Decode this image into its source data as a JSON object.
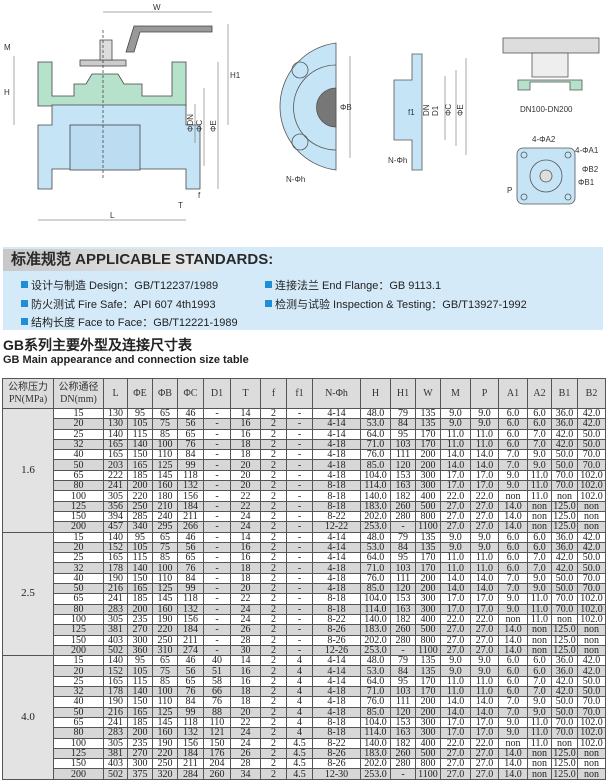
{
  "drawing": {
    "labels": {
      "W": "W",
      "M": "M",
      "H": "H",
      "H1": "H1",
      "L": "L",
      "f": "f",
      "T": "T",
      "DN": "ΦDN",
      "C": "ΦC",
      "E": "ΦE",
      "B": "ΦB",
      "Nh": "N-Φh",
      "D1": "D1",
      "f1": "f1",
      "DNs": "DN",
      "A2": "4-ΦA2",
      "A1": "4-ΦA1",
      "B2": "ΦB2",
      "B1": "ΦB1",
      "P": "P"
    },
    "caption": "DN100-DN200"
  },
  "standards": {
    "title": "标准规范 APPLICABLE STANDARDS:",
    "items": [
      "设计与制造 Design：GB/T12237/1989",
      "防火测试 Fire Safe：API 607 4th1993",
      "结构长度 Face to Face：GB/T12221-1989",
      "连接法兰 End Flange：GB 9113.1",
      "检测与试验 Inspection & Testing：GB/T13927-1992"
    ]
  },
  "table": {
    "title": "GB系列主要外型及连接尺寸表",
    "subtitle": "GB Main appearance and connection size table",
    "headers": [
      "公称压力 PN(MPa)",
      "公称通径 DN(mm)",
      "L",
      "ΦE",
      "ΦB",
      "ΦC",
      "D1",
      "T",
      "f",
      "f1",
      "N-Φh",
      "H",
      "H1",
      "W",
      "M",
      "P",
      "A1",
      "A2",
      "B1",
      "B2"
    ],
    "groups": [
      {
        "pn": "1.6",
        "rows": [
          [
            "15",
            "130",
            "95",
            "65",
            "46",
            "-",
            "14",
            "2",
            "-",
            "4-14",
            "48.0",
            "79",
            "135",
            "9.0",
            "9.0",
            "6.0",
            "6.0",
            "36.0",
            "42.0"
          ],
          [
            "20",
            "130",
            "105",
            "75",
            "56",
            "-",
            "16",
            "2",
            "-",
            "4-14",
            "53.0",
            "84",
            "135",
            "9.0",
            "9.0",
            "6.0",
            "6.0",
            "36.0",
            "42.0"
          ],
          [
            "25",
            "140",
            "115",
            "85",
            "65",
            "-",
            "16",
            "2",
            "-",
            "4-14",
            "64.0",
            "95",
            "170",
            "11.0",
            "11.0",
            "6.0",
            "7.0",
            "42.0",
            "50.0"
          ],
          [
            "32",
            "165",
            "140",
            "100",
            "76",
            "-",
            "18",
            "2",
            "-",
            "4-18",
            "71.0",
            "103",
            "170",
            "11.0",
            "11.0",
            "6.0",
            "7.0",
            "42.0",
            "50.0"
          ],
          [
            "40",
            "165",
            "150",
            "110",
            "84",
            "-",
            "18",
            "2",
            "-",
            "4-18",
            "76.0",
            "111",
            "200",
            "14.0",
            "14.0",
            "7.0",
            "9.0",
            "50.0",
            "70.0"
          ],
          [
            "50",
            "203",
            "165",
            "125",
            "99",
            "-",
            "20",
            "2",
            "-",
            "4-18",
            "85.0",
            "120",
            "200",
            "14.0",
            "14.0",
            "7.0",
            "9.0",
            "50.0",
            "70.0"
          ],
          [
            "65",
            "222",
            "185",
            "145",
            "118",
            "-",
            "20",
            "2",
            "-",
            "4-18",
            "104.0",
            "153",
            "300",
            "17.0",
            "17.0",
            "9.0",
            "11.0",
            "70.0",
            "102.0"
          ],
          [
            "80",
            "241",
            "200",
            "160",
            "132",
            "-",
            "20",
            "2",
            "-",
            "8-18",
            "114.0",
            "163",
            "300",
            "17.0",
            "17.0",
            "9.0",
            "11.0",
            "70.0",
            "102.0"
          ],
          [
            "100",
            "305",
            "220",
            "180",
            "156",
            "-",
            "22",
            "2",
            "-",
            "8-18",
            "140.0",
            "182",
            "400",
            "22.0",
            "22.0",
            "non",
            "11.0",
            "non",
            "102.0"
          ],
          [
            "125",
            "356",
            "250",
            "210",
            "184",
            "-",
            "22",
            "2",
            "-",
            "8-18",
            "183.0",
            "260",
            "500",
            "27.0",
            "27.0",
            "14.0",
            "non",
            "125.0",
            "non"
          ],
          [
            "150",
            "394",
            "285",
            "240",
            "211",
            "-",
            "24",
            "2",
            "-",
            "8-22",
            "202.0",
            "280",
            "800",
            "27.0",
            "27.0",
            "14.0",
            "non",
            "125.0",
            "non"
          ],
          [
            "200",
            "457",
            "340",
            "295",
            "266",
            "-",
            "24",
            "2",
            "-",
            "12-22",
            "253.0",
            "-",
            "1100",
            "27.0",
            "27.0",
            "14.0",
            "non",
            "125.0",
            "non"
          ]
        ]
      },
      {
        "pn": "2.5",
        "rows": [
          [
            "15",
            "140",
            "95",
            "65",
            "46",
            "-",
            "14",
            "2",
            "-",
            "4-14",
            "48.0",
            "79",
            "135",
            "9.0",
            "9.0",
            "6.0",
            "6.0",
            "36.0",
            "42.0"
          ],
          [
            "20",
            "152",
            "105",
            "75",
            "56",
            "-",
            "16",
            "2",
            "-",
            "4-14",
            "53.0",
            "84",
            "135",
            "9.0",
            "9.0",
            "6.0",
            "6.0",
            "36.0",
            "42.0"
          ],
          [
            "25",
            "165",
            "115",
            "85",
            "65",
            "-",
            "16",
            "2",
            "-",
            "4-14",
            "64.0",
            "95",
            "170",
            "11.0",
            "11.0",
            "6.0",
            "7.0",
            "42.0",
            "50.0"
          ],
          [
            "32",
            "178",
            "140",
            "100",
            "76",
            "-",
            "18",
            "2",
            "-",
            "4-18",
            "71.0",
            "103",
            "170",
            "11.0",
            "11.0",
            "6.0",
            "7.0",
            "42.0",
            "50.0"
          ],
          [
            "40",
            "190",
            "150",
            "110",
            "84",
            "-",
            "18",
            "2",
            "-",
            "4-18",
            "76.0",
            "111",
            "200",
            "14.0",
            "14.0",
            "7.0",
            "9.0",
            "50.0",
            "70.0"
          ],
          [
            "50",
            "216",
            "165",
            "125",
            "99",
            "-",
            "20",
            "2",
            "-",
            "4-18",
            "85.0",
            "120",
            "200",
            "14.0",
            "14.0",
            "7.0",
            "9.0",
            "50.0",
            "70.0"
          ],
          [
            "65",
            "241",
            "185",
            "145",
            "118",
            "-",
            "22",
            "2",
            "-",
            "8-18",
            "104.0",
            "153",
            "300",
            "17.0",
            "17.0",
            "9.0",
            "11.0",
            "70.0",
            "102.0"
          ],
          [
            "80",
            "283",
            "200",
            "160",
            "132",
            "-",
            "24",
            "2",
            "-",
            "8-18",
            "114.0",
            "163",
            "300",
            "17.0",
            "17.0",
            "9.0",
            "11.0",
            "70.0",
            "102.0"
          ],
          [
            "100",
            "305",
            "235",
            "190",
            "156",
            "-",
            "24",
            "2",
            "-",
            "8-22",
            "140.0",
            "182",
            "400",
            "22.0",
            "22.0",
            "non",
            "11.0",
            "non",
            "102.0"
          ],
          [
            "125",
            "381",
            "270",
            "220",
            "184",
            "-",
            "26",
            "2",
            "-",
            "8-26",
            "183.0",
            "260",
            "500",
            "27.0",
            "27.0",
            "14.0",
            "non",
            "125.0",
            "non"
          ],
          [
            "150",
            "403",
            "300",
            "250",
            "211",
            "-",
            "28",
            "2",
            "-",
            "8-26",
            "202.0",
            "280",
            "800",
            "27.0",
            "27.0",
            "14.0",
            "non",
            "125.0",
            "non"
          ],
          [
            "200",
            "502",
            "360",
            "310",
            "274",
            "-",
            "30",
            "2",
            "-",
            "12-26",
            "253.0",
            "-",
            "1100",
            "27.0",
            "27.0",
            "14.0",
            "non",
            "125.0",
            "non"
          ]
        ]
      },
      {
        "pn": "4.0",
        "rows": [
          [
            "15",
            "140",
            "95",
            "65",
            "46",
            "40",
            "14",
            "2",
            "4",
            "4-14",
            "48.0",
            "79",
            "135",
            "9.0",
            "9.0",
            "6.0",
            "6.0",
            "36.0",
            "42.0"
          ],
          [
            "20",
            "152",
            "105",
            "75",
            "56",
            "51",
            "16",
            "2",
            "4",
            "4-14",
            "53.0",
            "84",
            "135",
            "9.0",
            "9.0",
            "6.0",
            "6.0",
            "36.0",
            "42.0"
          ],
          [
            "25",
            "165",
            "115",
            "85",
            "65",
            "58",
            "16",
            "2",
            "4",
            "4-14",
            "64.0",
            "95",
            "170",
            "11.0",
            "11.0",
            "6.0",
            "7.0",
            "42.0",
            "50.0"
          ],
          [
            "32",
            "178",
            "140",
            "100",
            "76",
            "66",
            "18",
            "2",
            "4",
            "4-18",
            "71.0",
            "103",
            "170",
            "11.0",
            "11.0",
            "6.0",
            "7.0",
            "42.0",
            "50.0"
          ],
          [
            "40",
            "190",
            "150",
            "110",
            "84",
            "76",
            "18",
            "2",
            "4",
            "4-18",
            "76.0",
            "111",
            "200",
            "14.0",
            "14.0",
            "7.0",
            "9.0",
            "50.0",
            "70.0"
          ],
          [
            "50",
            "216",
            "165",
            "125",
            "99",
            "88",
            "20",
            "2",
            "4",
            "4-18",
            "85.0",
            "120",
            "200",
            "14.0",
            "14.0",
            "7.0",
            "9.0",
            "50.0",
            "70.0"
          ],
          [
            "65",
            "241",
            "185",
            "145",
            "118",
            "110",
            "22",
            "2",
            "4",
            "8-18",
            "104.0",
            "153",
            "300",
            "17.0",
            "17.0",
            "9.0",
            "11.0",
            "70.0",
            "102.0"
          ],
          [
            "80",
            "283",
            "200",
            "160",
            "132",
            "121",
            "24",
            "2",
            "4",
            "8-18",
            "114.0",
            "163",
            "300",
            "17.0",
            "17.0",
            "9.0",
            "11.0",
            "70.0",
            "102.0"
          ],
          [
            "100",
            "305",
            "235",
            "190",
            "156",
            "150",
            "24",
            "2",
            "4.5",
            "8-22",
            "140.0",
            "182",
            "400",
            "22.0",
            "22.0",
            "non",
            "11.0",
            "non",
            "102.0"
          ],
          [
            "125",
            "381",
            "270",
            "220",
            "184",
            "176",
            "26",
            "2",
            "4.5",
            "8-26",
            "183.0",
            "260",
            "500",
            "27.0",
            "27.0",
            "14.0",
            "non",
            "125.0",
            "non"
          ],
          [
            "150",
            "403",
            "300",
            "250",
            "211",
            "204",
            "28",
            "2",
            "4.5",
            "8-26",
            "202.0",
            "280",
            "800",
            "27.0",
            "27.0",
            "14.0",
            "non",
            "125.0",
            "non"
          ],
          [
            "200",
            "502",
            "375",
            "320",
            "284",
            "260",
            "34",
            "2",
            "4.5",
            "12-30",
            "253.0",
            "-",
            "1100",
            "27.0",
            "27.0",
            "14.0",
            "non",
            "125.0",
            "non"
          ]
        ]
      }
    ]
  }
}
